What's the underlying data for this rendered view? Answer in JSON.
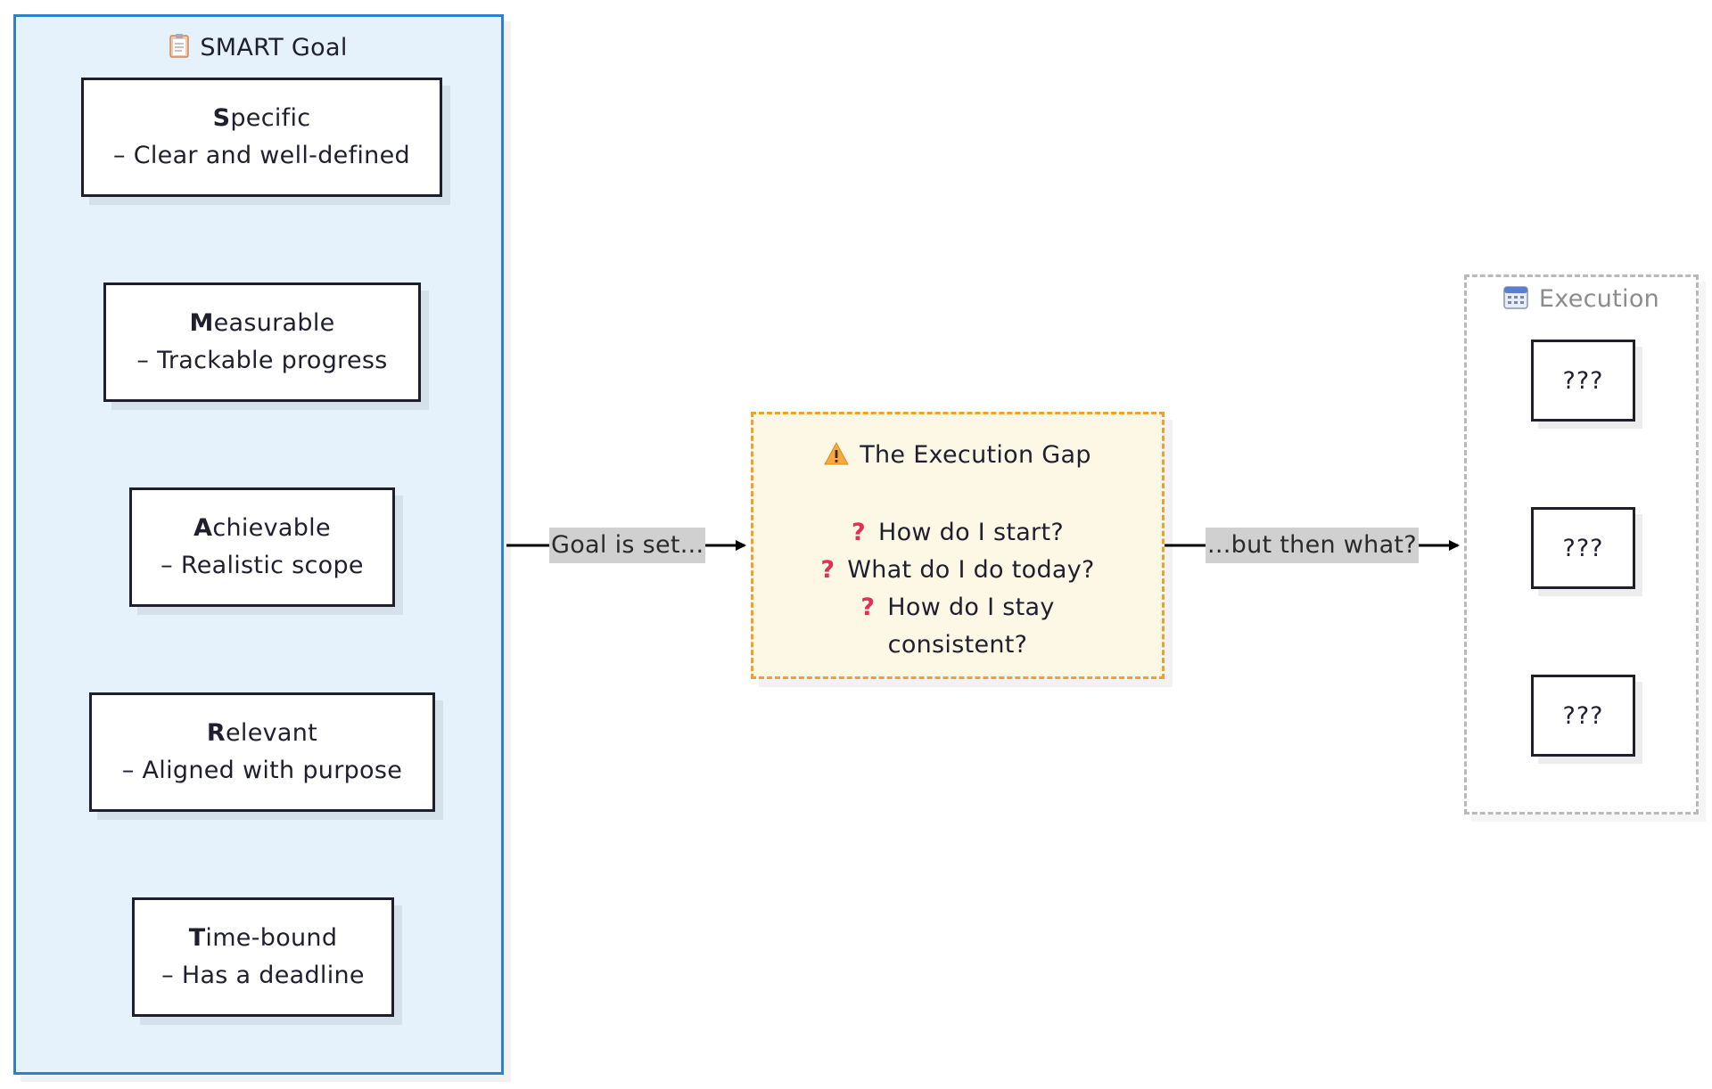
{
  "smart": {
    "title": "SMART Goal",
    "title_icon": "clipboard-icon",
    "items": [
      {
        "initial": "S",
        "rest": "pecific",
        "desc": "– Clear and well-defined"
      },
      {
        "initial": "M",
        "rest": "easurable",
        "desc": "– Trackable progress"
      },
      {
        "initial": "A",
        "rest": "chievable",
        "desc": "– Realistic scope"
      },
      {
        "initial": "R",
        "rest": "elevant",
        "desc": "– Aligned with purpose"
      },
      {
        "initial": "T",
        "rest": "ime-bound",
        "desc": "– Has a deadline"
      }
    ]
  },
  "gap": {
    "title": "The Execution Gap",
    "title_icon": "warning-icon",
    "questions": [
      "How do I start?",
      "What do I do today?",
      "How do I stay",
      "consistent?"
    ],
    "question_icon": "question-mark-icon"
  },
  "execution": {
    "title": "Execution",
    "title_icon": "calendar-icon",
    "items": [
      "???",
      "???",
      "???"
    ]
  },
  "edges": {
    "left_label": "Goal is set...",
    "right_label": "...but then what?"
  },
  "colors": {
    "smart_bg": "#e5f2fc",
    "smart_border": "#2f80c4",
    "gap_bg": "#fdf8e6",
    "gap_border": "#f0a02c",
    "question_mark": "#e0305a",
    "exec_border": "#b9b9b9"
  }
}
